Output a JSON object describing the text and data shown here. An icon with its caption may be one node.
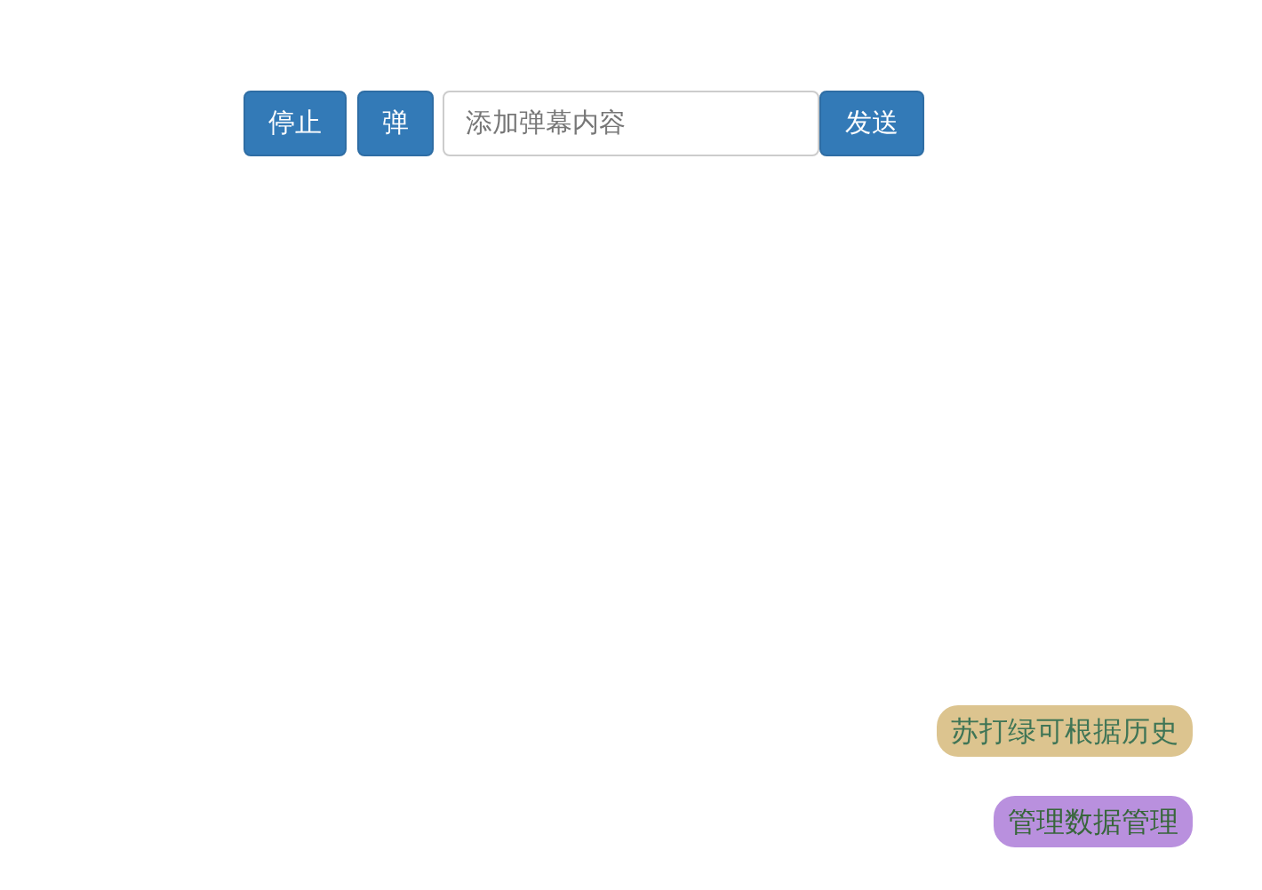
{
  "diagram": {
    "nodes": [
      {
        "text": [
          "停止"
        ]
      },
      {
        "text": [
          "弹"
        ]
      },
      {
        "text": [
          "添加弹幕内容"
        ]
      },
      {
        "text": [
          "发送"
        ]
      },
      {
        "text": [
          "苏打绿可根据历史"
        ]
      },
      {
        "text": [
          "管理数据管理"
        ]
      }
    ]
  }
}
